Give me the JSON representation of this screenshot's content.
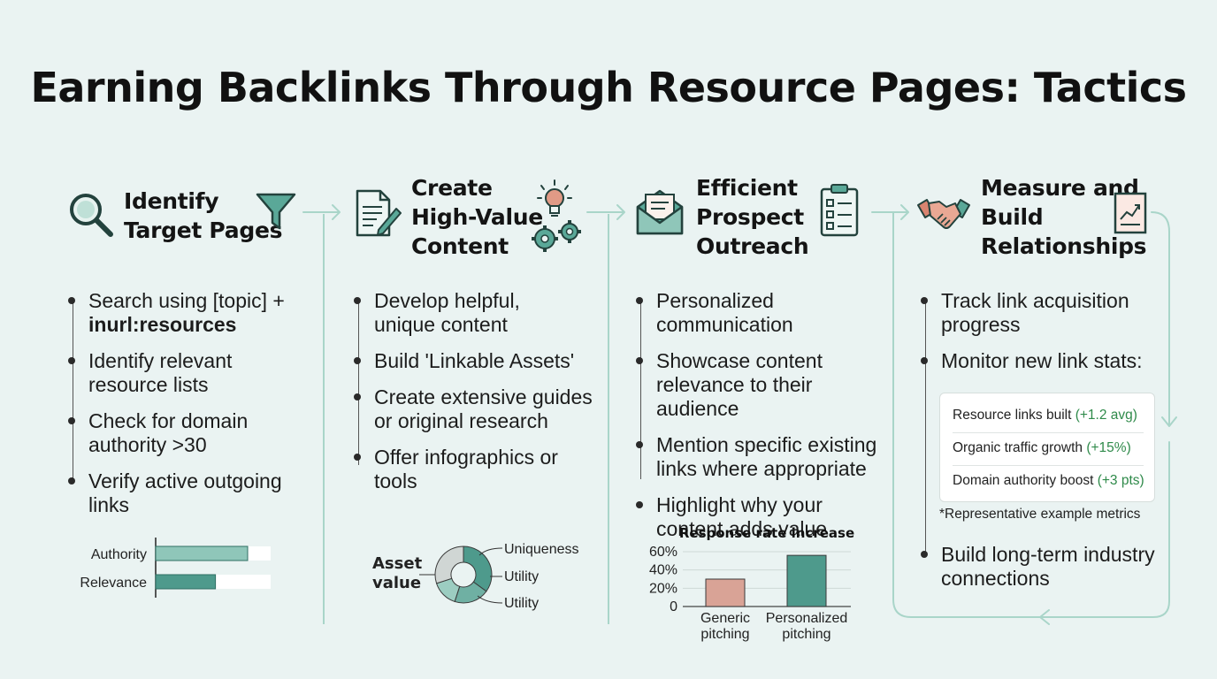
{
  "title": "Earning Backlinks Through Resource Pages: Tactics",
  "columns": [
    {
      "heading_lines": [
        "Identify",
        "Target Pages"
      ],
      "icons": [
        "magnifier-icon",
        "funnel-icon"
      ],
      "bullets": [
        {
          "lines": [
            "Search using [topic] +",
            "inurl:resources"
          ]
        },
        {
          "lines": [
            "Identify relevant",
            "resource lists"
          ]
        },
        {
          "lines": [
            "Check for domain",
            "authority >30"
          ]
        },
        {
          "lines": [
            "Verify active outgoing",
            "links"
          ]
        }
      ]
    },
    {
      "heading_lines": [
        "Create",
        "High-Value",
        "Content"
      ],
      "icons": [
        "document-pencil-icon",
        "lightbulb-icon",
        "gears-icon"
      ],
      "bullets": [
        {
          "lines": [
            "Develop helpful,",
            "unique content"
          ]
        },
        {
          "lines": [
            "Build 'Linkable Assets'"
          ]
        },
        {
          "lines": [
            "Create extensive guides",
            "or original research"
          ]
        },
        {
          "lines": [
            "Offer infographics or",
            "tools"
          ]
        }
      ]
    },
    {
      "heading_lines": [
        "Efficient",
        "Prospect",
        "Outreach"
      ],
      "icons": [
        "envelope-icon",
        "clipboard-checklist-icon"
      ],
      "bullets": [
        {
          "lines": [
            "Personalized",
            "communication"
          ]
        },
        {
          "lines": [
            "Showcase content",
            "relevance to their audience"
          ]
        },
        {
          "lines": [
            "Mention specific existing",
            "links where appropriate"
          ]
        },
        {
          "lines": [
            "Highlight why your",
            "content adds value"
          ]
        }
      ]
    },
    {
      "heading_lines": [
        "Measure and",
        "Build",
        "Relationships"
      ],
      "icons": [
        "handshake-icon",
        "trend-chart-icon"
      ],
      "bullets": [
        {
          "lines": [
            "Track link acquisition",
            "progress"
          ]
        },
        {
          "lines": [
            "Monitor new link stats:"
          ]
        },
        {
          "lines": [
            "Build long-term industry",
            "connections"
          ]
        }
      ]
    }
  ],
  "metrics": {
    "rows": [
      {
        "label": "Resource links built",
        "delta": "(+1.2 avg)"
      },
      {
        "label": "Organic traffic growth",
        "delta": "(+15%)"
      },
      {
        "label": "Domain authority boost",
        "delta": "(+3 pts)"
      }
    ],
    "note": "*Representative example metrics"
  },
  "colors": {
    "teal_light": "#8fc6b9",
    "teal_dark": "#4e9a8c",
    "salmon": "#d9a396",
    "flow_line": "#a9d5c9",
    "background": "#eaf3f2"
  },
  "chart_data": [
    {
      "type": "bar",
      "orientation": "horizontal",
      "categories": [
        "Authority",
        "Relevance"
      ],
      "values": [
        0.8,
        0.52
      ],
      "xlim": [
        0,
        1
      ],
      "grid": false
    },
    {
      "type": "pie",
      "donut": true,
      "center_label": "Asset value",
      "labels": [
        "Uniqueness",
        "Utility",
        "Utility"
      ],
      "slices": [
        {
          "value": 35,
          "color": "#4e9a8c",
          "label": "Uniqueness"
        },
        {
          "value": 20,
          "color": "#6fb0a3",
          "label": "Utility"
        },
        {
          "value": 15,
          "color": "#9ccdc1",
          "label": "Utility"
        },
        {
          "value": 30,
          "color": "#d0d6d4"
        }
      ]
    },
    {
      "type": "bar",
      "title": "Response rate increase",
      "categories": [
        "Generic pitching",
        "Personalized pitching"
      ],
      "category_lines": [
        [
          "Generic",
          "pitching"
        ],
        [
          "Personalized",
          "pitching"
        ]
      ],
      "values": [
        30,
        56
      ],
      "colors": [
        "#d9a396",
        "#4e9a8c"
      ],
      "yticks": [
        "0",
        "20%",
        "40%",
        "60%"
      ],
      "ylim": [
        0,
        60
      ],
      "grid": true
    }
  ]
}
